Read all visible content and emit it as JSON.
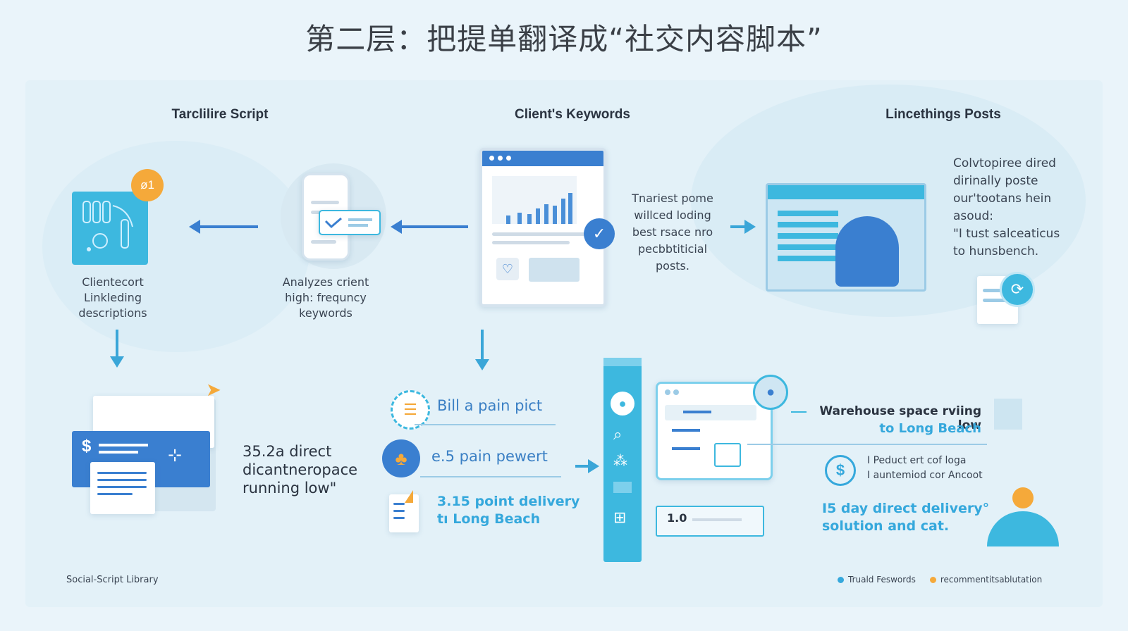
{
  "title": "第二层：把提单翻译成“社交内容脚本”",
  "columns": {
    "left": "Tarclilire Script",
    "center": "Client's Keywords",
    "right": "Lincethings Posts"
  },
  "badge": "ø1",
  "captions": {
    "left": [
      "Clientecort",
      "Linkleding",
      "descriptions"
    ],
    "middle": [
      "Analyzes crient",
      "high: frequncy",
      "keywords"
    ],
    "center_right": [
      "Tnariest pome",
      "willced loding",
      "best rsace nro",
      "pecbbtiticial",
      "posts."
    ],
    "right": [
      "Colvtopiree dired",
      "dirinally poste",
      "our'tootans hein",
      "asoud:",
      "\"I tust salceaticus",
      "to hunsbench."
    ]
  },
  "quote": [
    "35.2a direct",
    "dicantneropace",
    "running low\""
  ],
  "list_items": [
    {
      "icon": "clipboard-icon",
      "text": "Bill a pain pict"
    },
    {
      "icon": "group-icon",
      "text": "e.5 pain pewert"
    },
    {
      "icon": "document-chart-icon",
      "text": [
        "3.15 point delivery",
        "tı  Long Beach"
      ]
    }
  ],
  "warehouse": {
    "line1": "Warehouse space rviing low",
    "line2": "to Long Beach"
  },
  "product": [
    "I Peduct ert cof loga",
    "I auntemiod cor Ancoot"
  ],
  "delivery": [
    "I5 day direct delivery°",
    "solution and cat."
  ],
  "mini_label": "1.0",
  "footer": {
    "library": "Social-Script Library",
    "legend": [
      {
        "label": "Truald Feswords",
        "color": "#35a8dc"
      },
      {
        "label": "recommentitsablutation",
        "color": "#f5a93a"
      }
    ]
  },
  "colors": {
    "accent": "#3a7fd0",
    "cyan": "#35a8dc",
    "orange": "#f5a93a"
  }
}
